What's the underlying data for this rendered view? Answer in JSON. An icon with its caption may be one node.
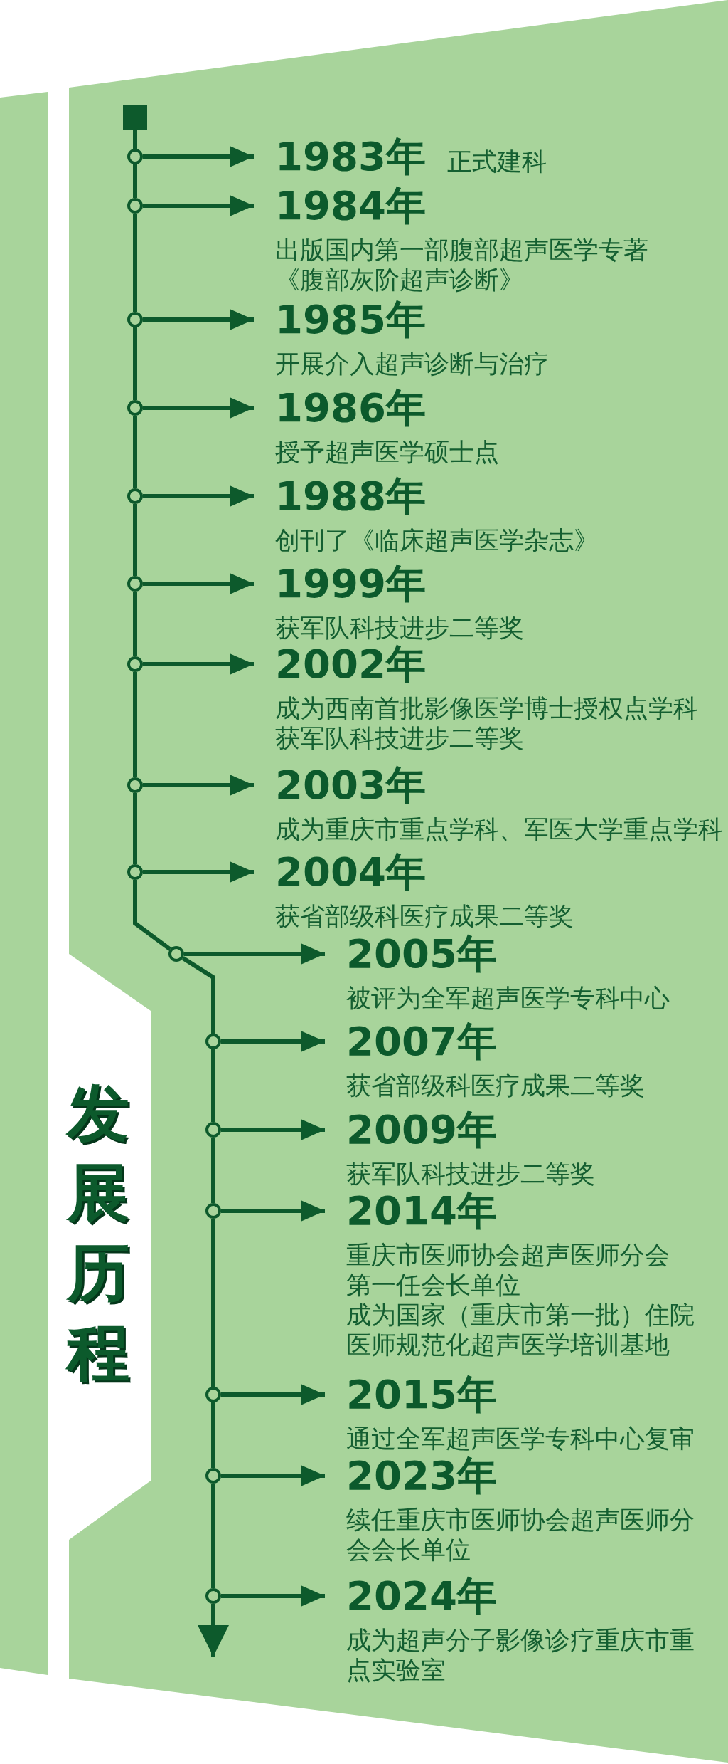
{
  "diagram": {
    "title": "发展历程",
    "nodes": [
      {
        "text": [],
        "shape": "box"
      },
      {
        "text": [],
        "shape": "circle"
      },
      {
        "text": [
          "1983年",
          "正式建科"
        ]
      },
      {
        "text": [],
        "shape": "circle"
      },
      {
        "text": [
          "1984年",
          "出版国内第一部腹部超声医学专著《腹部灰阶超声诊断》"
        ]
      },
      {
        "text": [],
        "shape": "circle"
      },
      {
        "text": [
          "1985年",
          "开展介入超声诊断与治疗"
        ]
      },
      {
        "text": [],
        "shape": "circle"
      },
      {
        "text": [
          "1986年",
          "授予超声医学硕士点"
        ]
      },
      {
        "text": [],
        "shape": "circle"
      },
      {
        "text": [
          "1988年",
          "创刊了《临床超声医学杂志》"
        ]
      },
      {
        "text": [],
        "shape": "circle"
      },
      {
        "text": [
          "1999年",
          "获军队科技进步二等奖"
        ]
      },
      {
        "text": [],
        "shape": "circle"
      },
      {
        "text": [
          "2002年",
          "成为西南首批影像医学博士授权点学科",
          "获军队科技进步二等奖"
        ]
      },
      {
        "text": [],
        "shape": "circle"
      },
      {
        "text": [
          "2003年",
          "成为重庆市重点学科、军医大学重点学科"
        ]
      },
      {
        "text": [],
        "shape": "circle"
      },
      {
        "text": [
          "2004年",
          "获省部级科医疗成果二等奖"
        ]
      },
      {
        "text": [],
        "shape": "circle"
      },
      {
        "text": [
          "2005年",
          "被评为全军超声医学专科中心"
        ]
      },
      {
        "text": [],
        "shape": "circle"
      },
      {
        "text": [
          "2007年",
          "获省部级科医疗成果二等奖"
        ]
      },
      {
        "text": [],
        "shape": "circle"
      },
      {
        "text": [
          "2009年",
          "获军队科技进步二等奖"
        ]
      },
      {
        "text": [],
        "shape": "circle"
      },
      {
        "text": [
          "2014年",
          "重庆市医师协会超声医师分会第一任会长单位",
          "成为国家（重庆市第一批）住院医师规范化超声医学培训基地"
        ]
      },
      {
        "text": [],
        "shape": "circle"
      },
      {
        "text": [
          "2015年",
          "通过全军超声医学专科中心复审"
        ]
      },
      {
        "text": [],
        "shape": "circle"
      },
      {
        "text": [
          "2023年",
          "续任重庆市医师协会超声医师分会会长单位"
        ]
      },
      {
        "text": [],
        "shape": "circle"
      },
      {
        "text": [
          "2024年",
          "成为超声分子影像诊疗重庆市重点实验室"
        ]
      }
    ],
    "edges": [
      {
        "from": 0,
        "to": 1,
        "arrow": "none"
      },
      {
        "from": 1,
        "to": 2,
        "arrow": "to"
      },
      {
        "from": 1,
        "to": 3,
        "arrow": "none"
      },
      {
        "from": 3,
        "to": 4,
        "arrow": "to"
      },
      {
        "from": 3,
        "to": 5,
        "arrow": "none"
      },
      {
        "from": 5,
        "to": 6,
        "arrow": "to"
      },
      {
        "from": 5,
        "to": 7,
        "arrow": "none"
      },
      {
        "from": 7,
        "to": 8,
        "arrow": "to"
      },
      {
        "from": 7,
        "to": 9,
        "arrow": "none"
      },
      {
        "from": 9,
        "to": 10,
        "arrow": "to"
      },
      {
        "from": 9,
        "to": 11,
        "arrow": "none"
      },
      {
        "from": 11,
        "to": 12,
        "arrow": "to"
      },
      {
        "from": 11,
        "to": 13,
        "arrow": "none"
      },
      {
        "from": 13,
        "to": 14,
        "arrow": "to"
      },
      {
        "from": 13,
        "to": 15,
        "arrow": "none"
      },
      {
        "from": 15,
        "to": 16,
        "arrow": "to"
      },
      {
        "from": 15,
        "to": 17,
        "arrow": "none"
      },
      {
        "from": 17,
        "to": 18,
        "arrow": "to"
      },
      {
        "from": 17,
        "to": 19,
        "arrow": "none"
      },
      {
        "from": 19,
        "to": 20,
        "arrow": "to"
      },
      {
        "from": 19,
        "to": 21,
        "arrow": "none"
      },
      {
        "from": 21,
        "to": 22,
        "arrow": "to"
      },
      {
        "from": 21,
        "to": 23,
        "arrow": "none"
      },
      {
        "from": 23,
        "to": 24,
        "arrow": "to"
      },
      {
        "from": 23,
        "to": 25,
        "arrow": "none"
      },
      {
        "from": 25,
        "to": 26,
        "arrow": "to"
      },
      {
        "from": 25,
        "to": 27,
        "arrow": "none"
      },
      {
        "from": 27,
        "to": 28,
        "arrow": "to"
      },
      {
        "from": 27,
        "to": 29,
        "arrow": "none"
      },
      {
        "from": 29,
        "to": 30,
        "arrow": "to"
      },
      {
        "from": 29,
        "to": 31,
        "arrow": "none"
      },
      {
        "from": 31,
        "to": 32,
        "arrow": "to"
      },
      {
        "from": 31,
        "to": null,
        "arrow": "to"
      }
    ]
  }
}
